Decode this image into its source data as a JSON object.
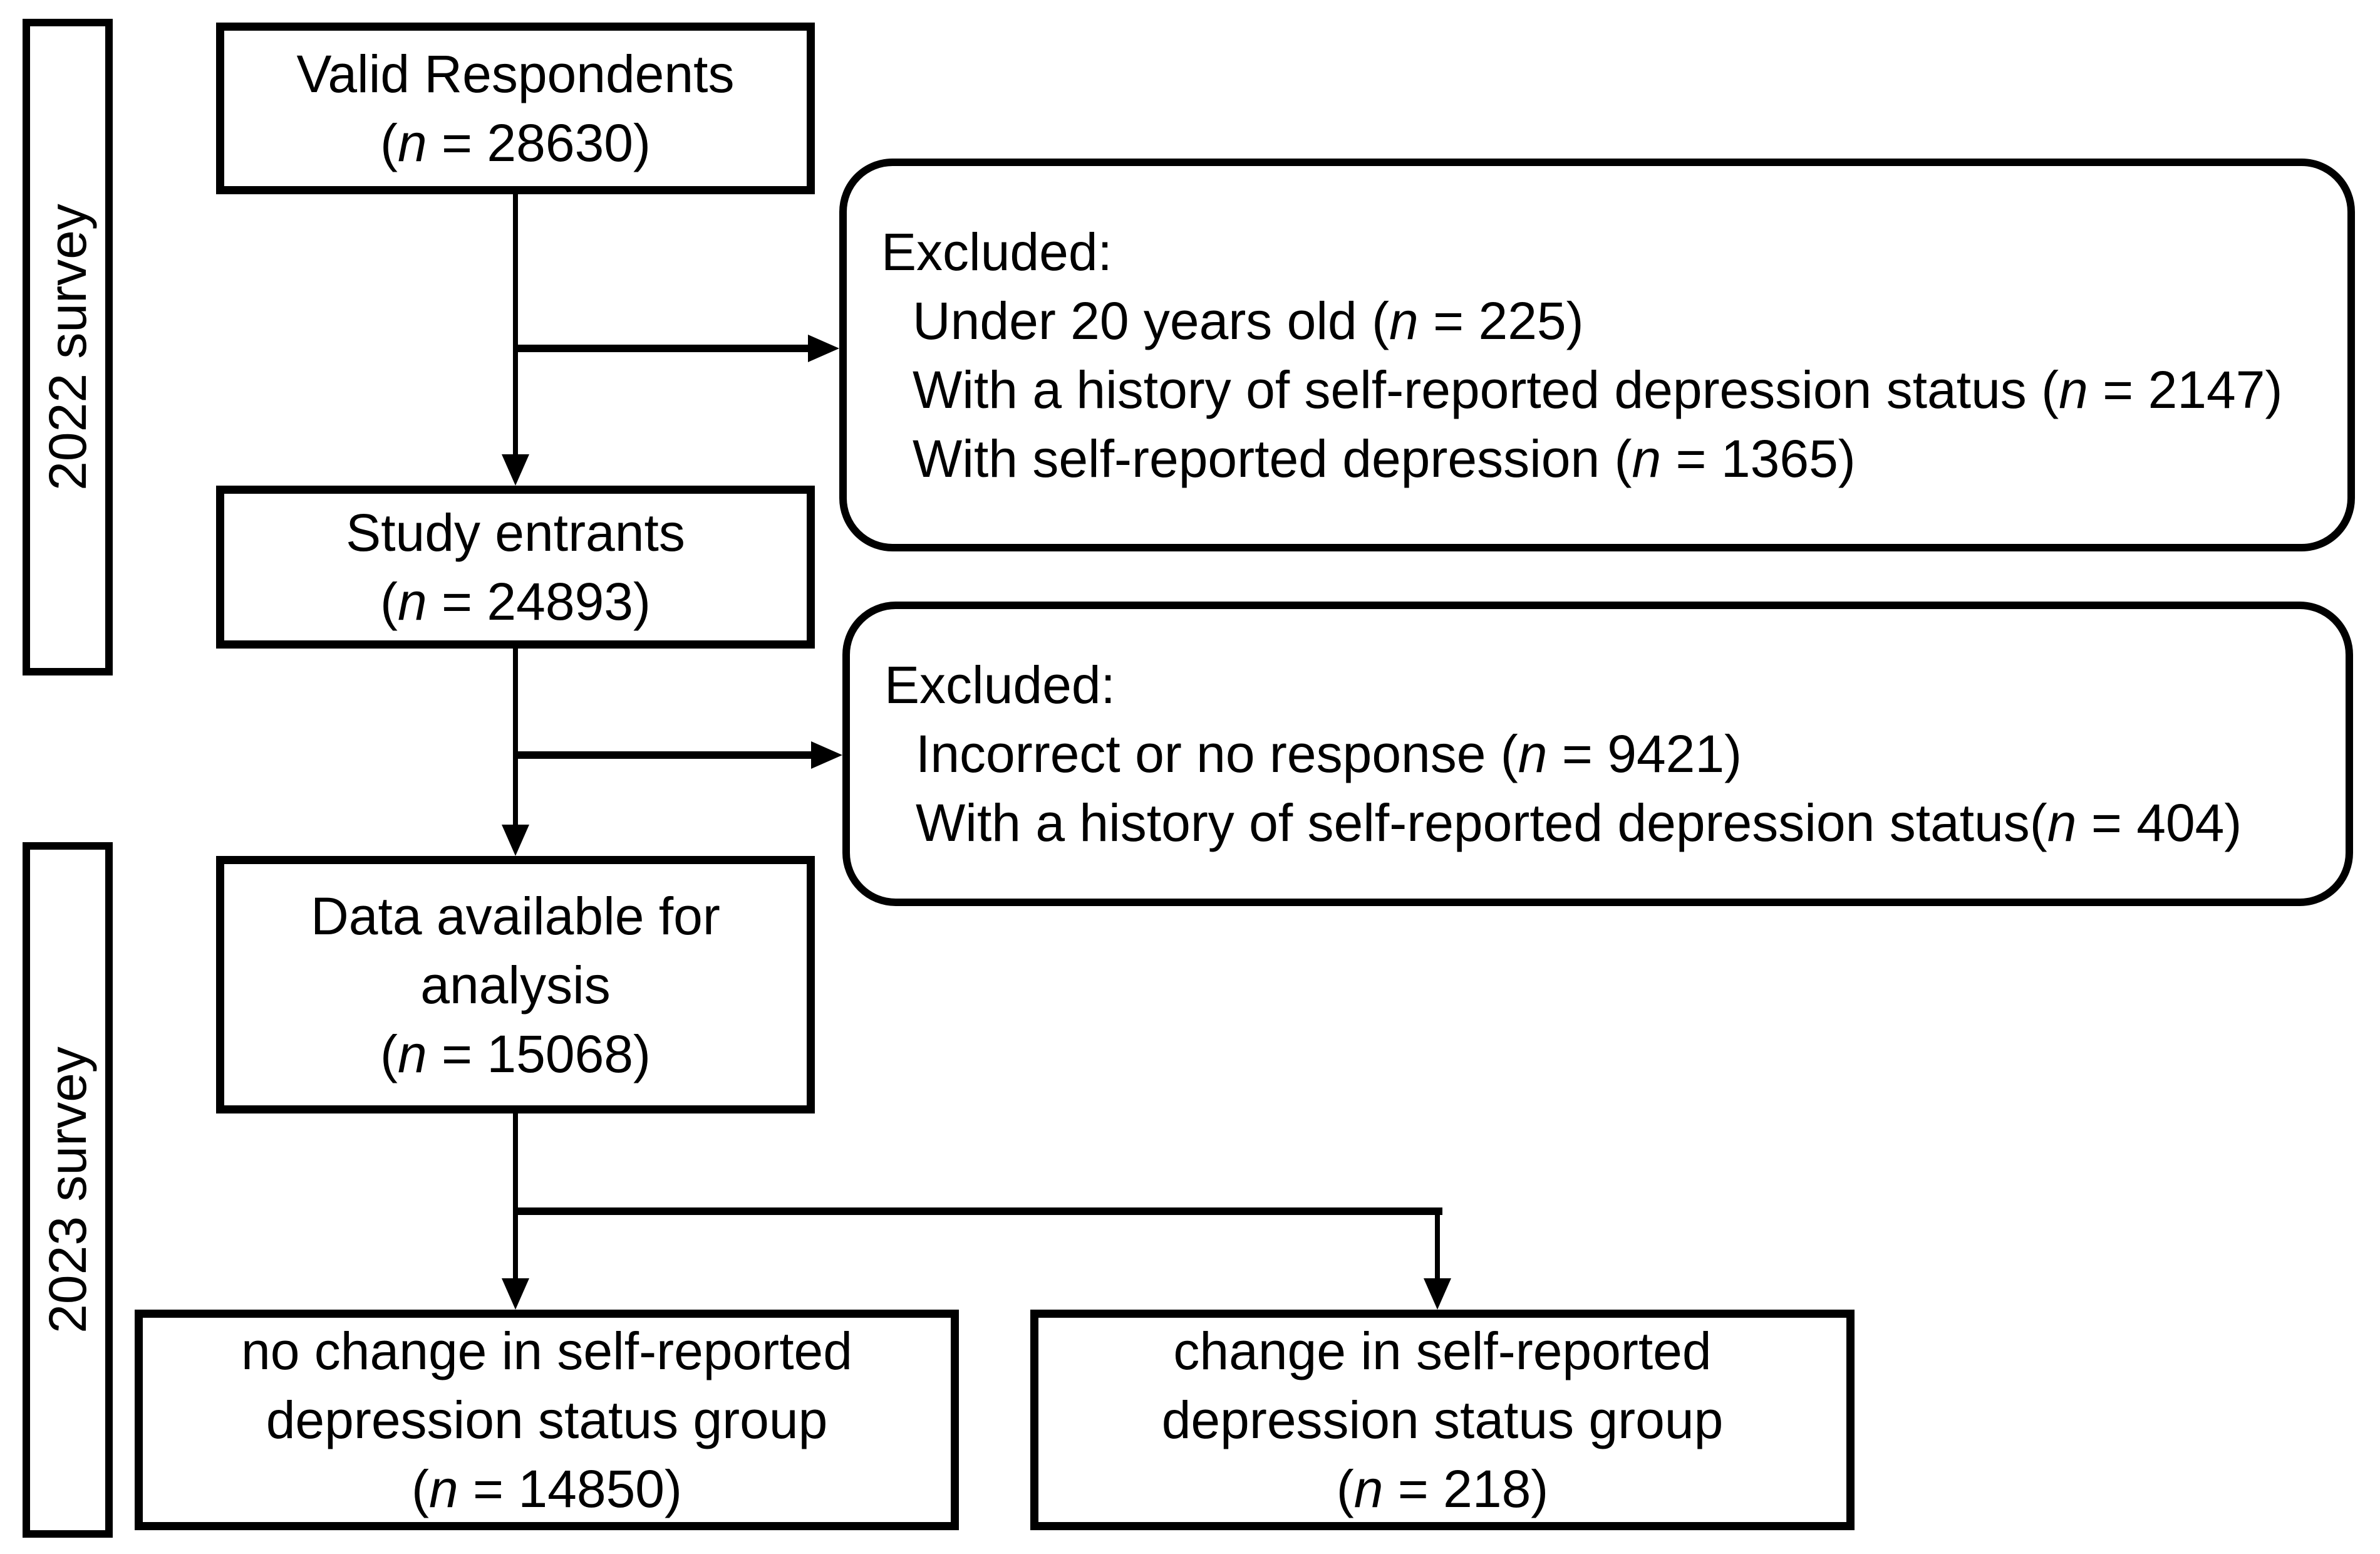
{
  "colors": {
    "ink": "#000000",
    "paper": "#ffffff"
  },
  "stage_labels": {
    "survey_2022": "2022 survey",
    "survey_2023": "2023 survey"
  },
  "boxes": {
    "valid_respondents": {
      "title": "Valid Respondents",
      "n_pre": "(",
      "n": "n",
      "n_post": " = 28630)"
    },
    "study_entrants": {
      "title": "Study entrants",
      "n_pre": "(",
      "n": "n",
      "n_post": " = 24893)"
    },
    "data_available": {
      "title_line1": "Data available for",
      "title_line2": "analysis",
      "n_pre": "(",
      "n": "n",
      "n_post": " = 15068)"
    },
    "no_change_group": {
      "title_line1": "no change in self-reported",
      "title_line2": "depression status group",
      "n_pre": "(",
      "n": "n",
      "n_post": " = 14850)"
    },
    "change_group": {
      "title_line1": "change in self-reported",
      "title_line2": "depression status group",
      "n_pre": "(",
      "n": "n",
      "n_post": " = 218)"
    }
  },
  "exclusions_2022": {
    "heading": "Excluded:",
    "items": [
      {
        "pre": "Under 20 years old (",
        "n": "n",
        "post": " = 225)"
      },
      {
        "pre": "With a history of self-reported depression status (",
        "n": "n",
        "post": " = 2147)"
      },
      {
        "pre": "With self-reported depression (",
        "n": "n",
        "post": " = 1365)"
      }
    ]
  },
  "exclusions_2023": {
    "heading": "Excluded:",
    "items": [
      {
        "pre": "Incorrect or no response (",
        "n": "n",
        "post": " = 9421)"
      },
      {
        "pre": "With a history of self-reported depression status(",
        "n": "n",
        "post": " = 404)"
      }
    ]
  }
}
